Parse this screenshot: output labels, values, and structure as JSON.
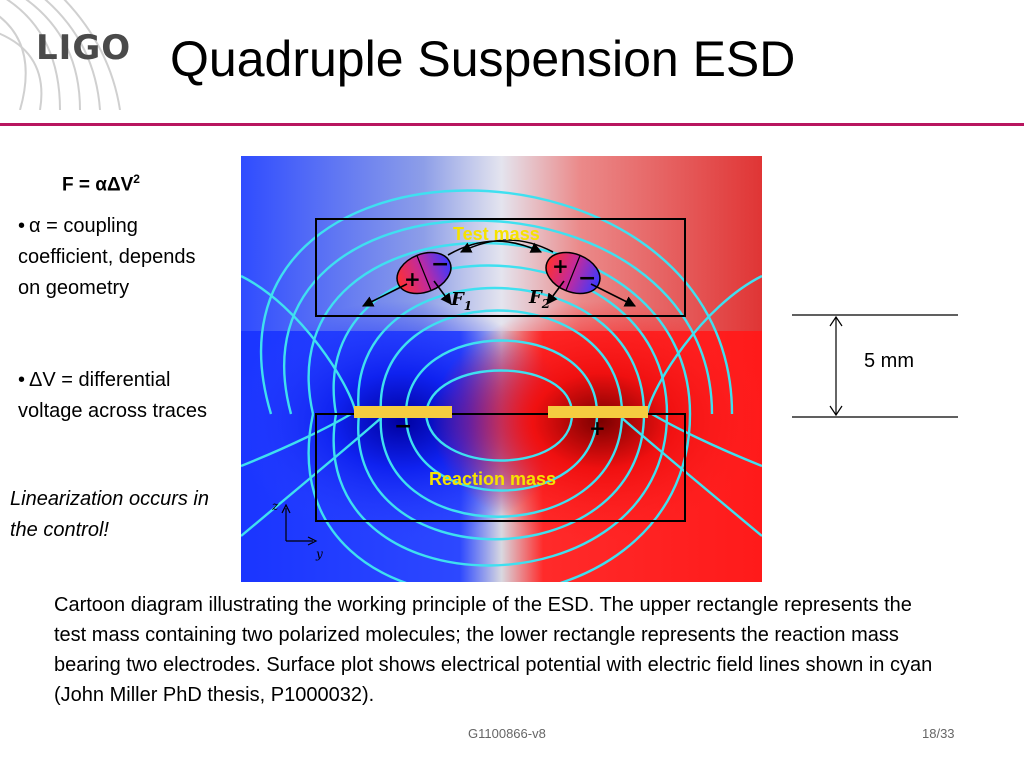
{
  "header": {
    "logo_text": "LIGO",
    "title": "Quadruple Suspension ESD"
  },
  "left_panel": {
    "formula_main": "F = αΔV",
    "formula_exp": "2",
    "bullets": [
      {
        "dot": "•",
        "text": "α = coupling coefficient, depends on geometry"
      },
      {
        "dot": "•",
        "text": "ΔV = differential voltage across traces"
      }
    ],
    "note": "Linearization occurs in the control!"
  },
  "figure": {
    "test_mass_label": "Test mass",
    "reaction_mass_label": "Reaction mass",
    "force_label_1": "F",
    "force_sub_1": "1",
    "force_label_2": "F",
    "force_sub_2": "2",
    "plus": "+",
    "minus": "−",
    "axis_z": "z",
    "axis_y": "y",
    "colors": {
      "positive": "#ff1a1a",
      "negative": "#1a1aff",
      "field_lines": "#3fe0f0",
      "electrode": "#f5cc40"
    }
  },
  "scale_bar": {
    "label": "5 mm"
  },
  "caption": "Cartoon diagram illustrating the working principle of the ESD. The upper rectangle represents the test mass containing two polarized molecules; the lower rectangle represents the reaction mass bearing two electrodes. Surface plot shows electrical potential with electric field lines shown in cyan (John Miller PhD thesis, P1000032).",
  "footer": {
    "doc_id": "G1100866-v8",
    "page": "18/33"
  }
}
